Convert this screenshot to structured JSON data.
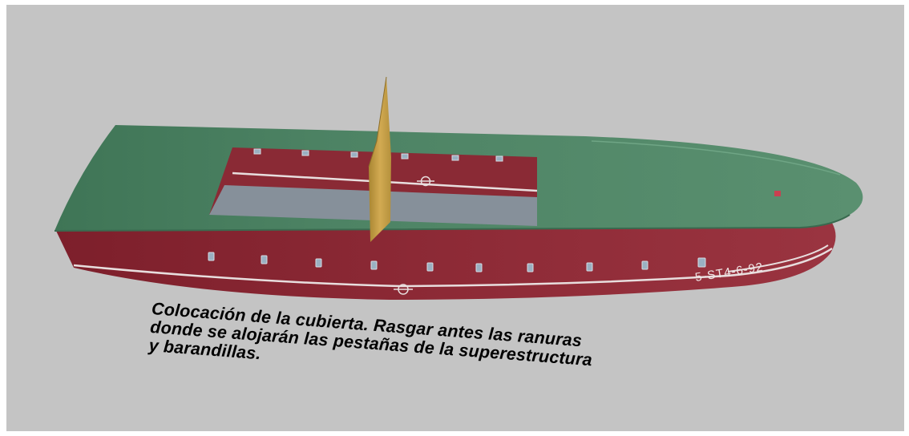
{
  "scene": {
    "hull_marking": "5-ST4-6-92",
    "colors": {
      "background": "#c4c4c4",
      "deck": "#4f8565",
      "hull": "#8a2a35",
      "cutout_floor": "#86909a",
      "fin": "#c9a14a",
      "stripe": "#e8dede"
    }
  },
  "caption": {
    "line1": "Colocación de la cubierta. Rasgar antes las ranuras",
    "line2": "donde se alojarán las pestañas de la superestructura",
    "line3": "y barandillas."
  }
}
